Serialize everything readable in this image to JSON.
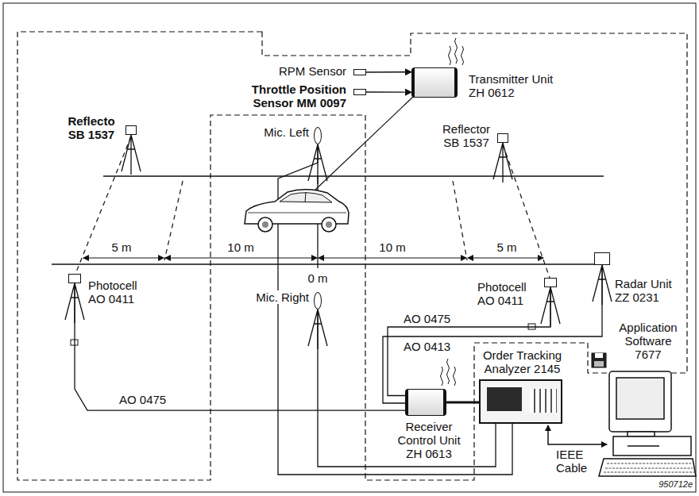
{
  "diagram": {
    "nodes": [
      {
        "text": [
          "RPM Sensor"
        ]
      },
      {
        "text": [
          "Throttle Position Sensor MM 0097"
        ]
      },
      {
        "text": [
          "Transmitter Unit ZH 0612"
        ]
      },
      {
        "text": [
          "Reflecto SB 1537"
        ]
      },
      {
        "text": [
          "Mic. Left"
        ]
      },
      {
        "text": [
          "Reflector SB 1537"
        ]
      },
      {
        "text": [
          "Photocell AO 0411"
        ]
      },
      {
        "text": [
          "Mic. Right"
        ]
      },
      {
        "text": [
          "Photocell AO 0411"
        ]
      },
      {
        "text": [
          "Radar Unit ZZ 0231"
        ]
      },
      {
        "text": [
          "Application Software 7677"
        ]
      },
      {
        "text": [
          "Order Tracking Analyzer 2145"
        ]
      },
      {
        "text": [
          "Receiver Control Unit ZH 0613"
        ]
      }
    ],
    "edges": [
      {
        "from": 0,
        "to": 2,
        "arrow": "to"
      },
      {
        "from": 1,
        "to": 2,
        "arrow": "to"
      },
      {
        "from": 6,
        "to": 12,
        "label": "AO 0475",
        "arrow": "none"
      },
      {
        "from": 8,
        "to": 12,
        "label": "AO 0475",
        "arrow": "none"
      },
      {
        "from": 9,
        "to": 12,
        "label": "AO 0413",
        "arrow": "none"
      },
      {
        "from": 4,
        "to": 11,
        "arrow": "none"
      },
      {
        "from": 7,
        "to": 11,
        "arrow": "none"
      },
      {
        "from": 12,
        "to": 11,
        "arrow": "none"
      }
    ],
    "labels": [
      "5 m",
      "10 m",
      "10 m",
      "5 m",
      "0 m",
      "IEEE Cable",
      "950712e"
    ]
  }
}
